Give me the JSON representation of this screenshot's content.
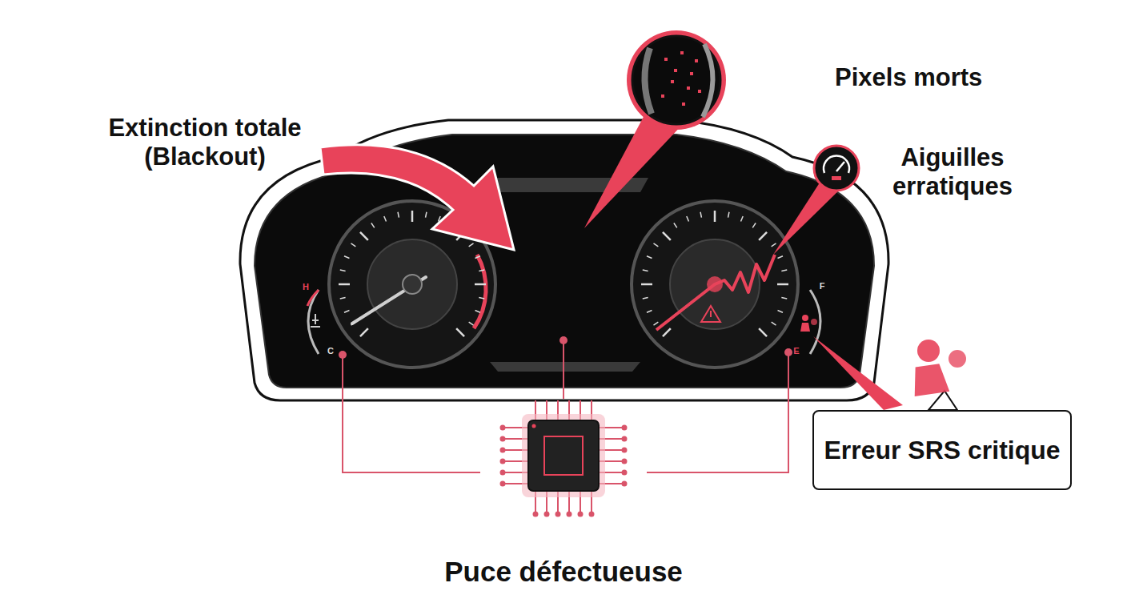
{
  "diagram": {
    "nodes": [
      {
        "text": [
          "Erreur SRS critique"
        ]
      },
      {
        "text": [
          "Puce défectueuse"
        ]
      }
    ],
    "edges": [],
    "labels": [
      "Extinction totale (Blackout)",
      "Pixels morts",
      "Aiguilles erratiques",
      "H",
      "C",
      "F",
      "E"
    ]
  }
}
